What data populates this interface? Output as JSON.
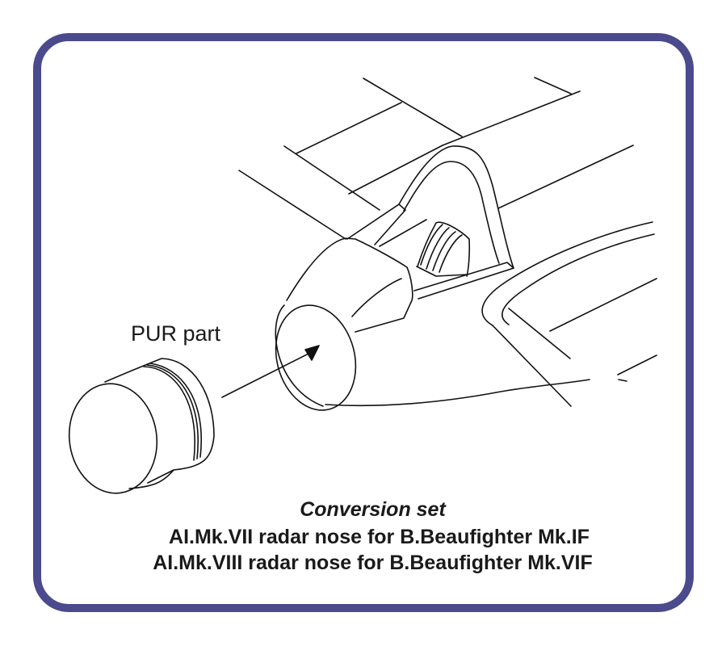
{
  "frame": {
    "border_color": "#4b4a8c"
  },
  "labels": {
    "part": "PUR part"
  },
  "caption": {
    "title": "Conversion set",
    "lines": [
      "AI.Mk.VII radar nose for B.Beaufighter Mk.IF",
      "AI.Mk.VIII radar nose for B.Beaufighter Mk.VIF"
    ]
  }
}
